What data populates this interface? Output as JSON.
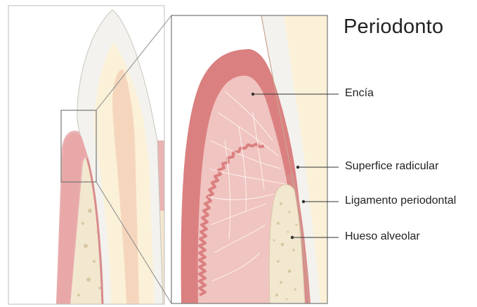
{
  "diagram": {
    "title": "Periodonto",
    "labels": {
      "encia": "Encía",
      "superficie_radicular": "Superfice radicular",
      "ligamento_periodontal": "Ligamento periodontal",
      "hueso_alveolar": "Hueso alveolar"
    },
    "colors": {
      "enamel": "#f3f2ee",
      "dentin": "#fbf1d8",
      "pulp": "#f5d6bd",
      "gum": "#e8a8a8",
      "gum_dark": "#db8080",
      "bone": "#f2e7cf",
      "bone_spot": "#d9c8a3",
      "ligament": "#d98b8b",
      "leader_line": "#333333",
      "frame": "#666666"
    }
  }
}
